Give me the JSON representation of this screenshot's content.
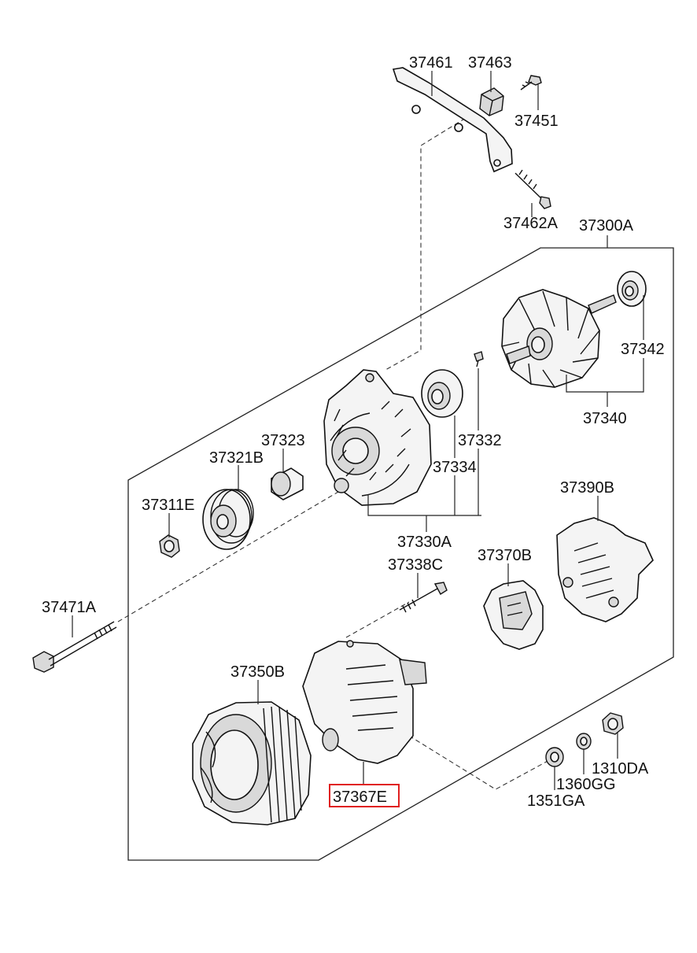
{
  "diagram": {
    "parts": {
      "p37461": "37461",
      "p37463": "37463",
      "p37451": "37451",
      "p37462A": "37462A",
      "p37300A": "37300A",
      "p37342": "37342",
      "p37340": "37340",
      "p37323": "37323",
      "p37332": "37332",
      "p37321B": "37321B",
      "p37334": "37334",
      "p37311E": "37311E",
      "p37390B": "37390B",
      "p37330A": "37330A",
      "p37338C": "37338C",
      "p37370B": "37370B",
      "p37471A": "37471A",
      "p37350B": "37350B",
      "p1310DA": "1310DA",
      "p1360GG": "1360GG",
      "p37367E": "37367E",
      "p1351GA": "1351GA"
    },
    "highlighted_part": "37367E",
    "highlight_color": "#e02020"
  }
}
